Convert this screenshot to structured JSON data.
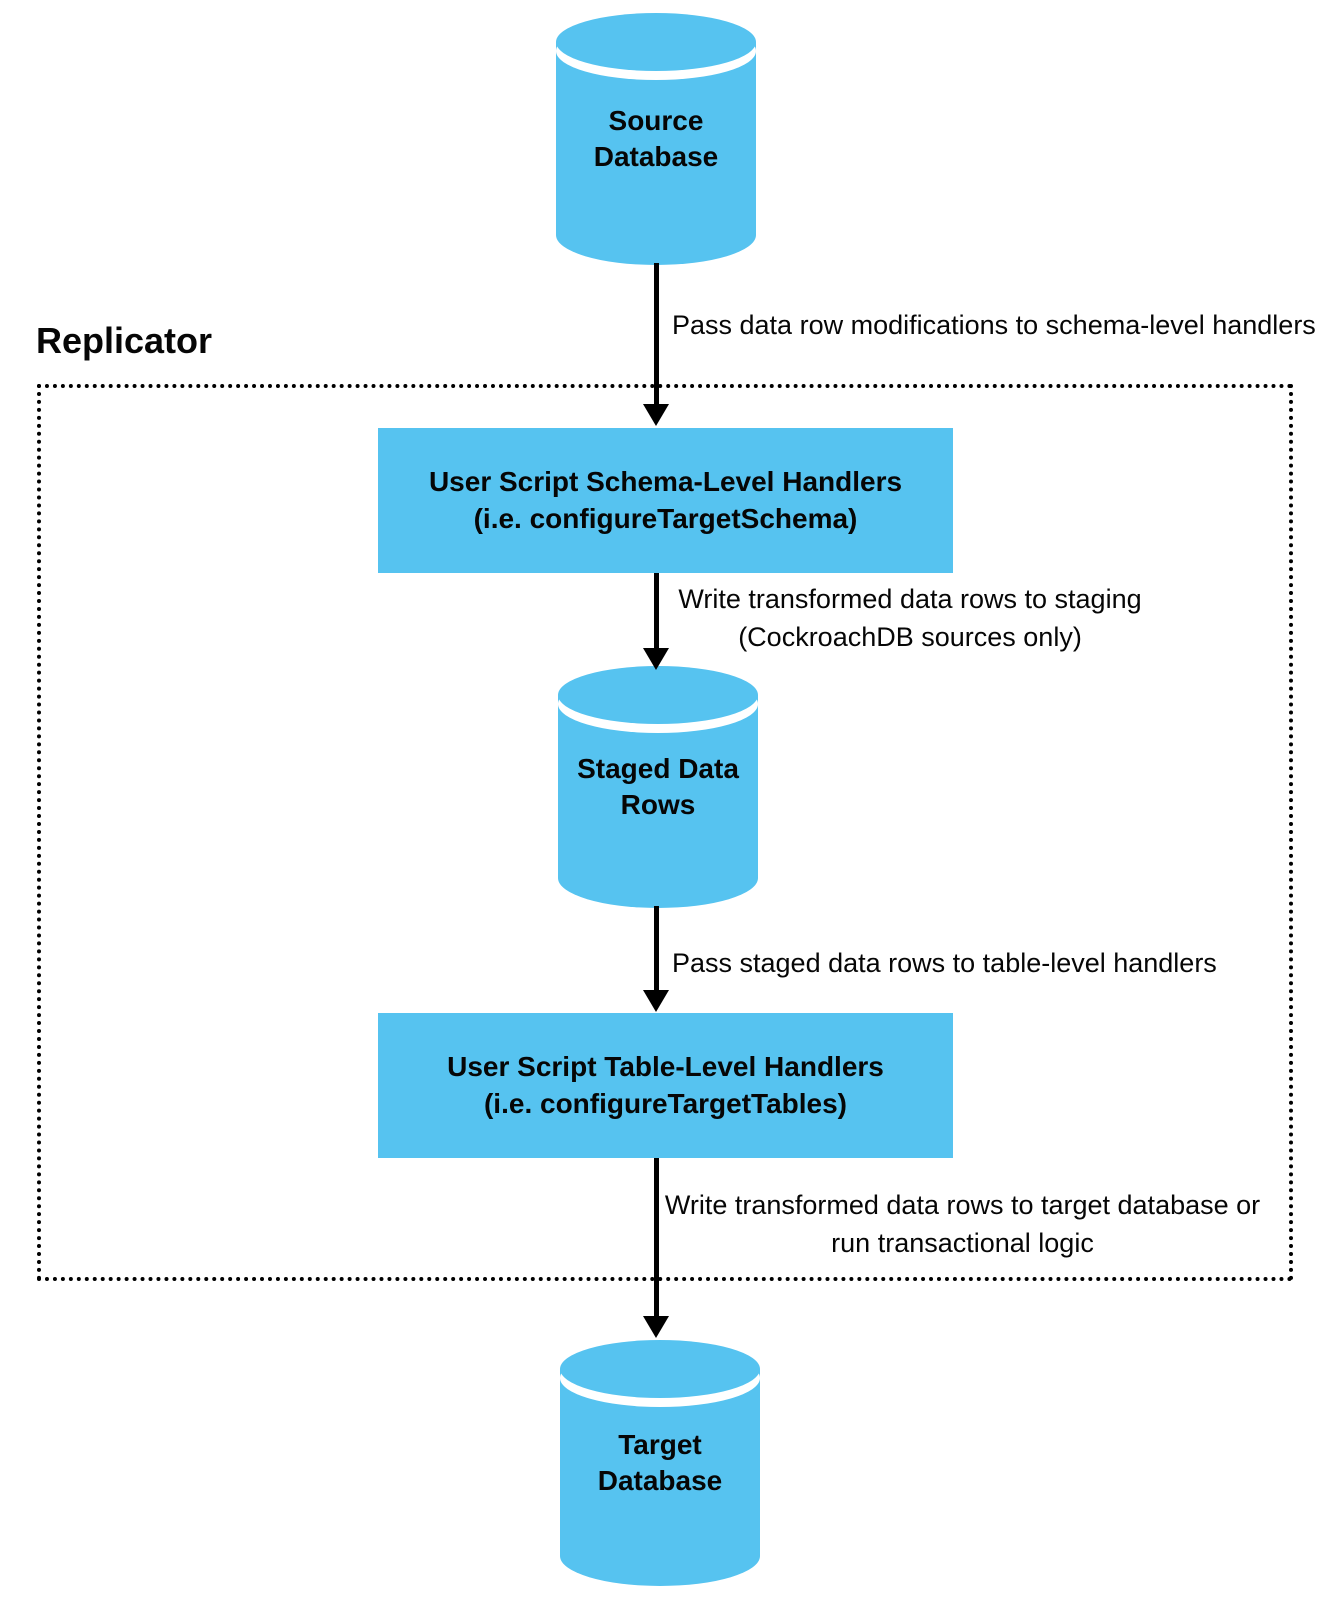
{
  "colors": {
    "node_blue": "#56C3F0",
    "ink": "#060606"
  },
  "boundary": {
    "title": "Replicator"
  },
  "nodes": {
    "source_database": {
      "shape": "cylinder",
      "label": "Source\nDatabase"
    },
    "schema_handlers": {
      "shape": "rect",
      "label": "User Script Schema-Level Handlers\n(i.e. configureTargetSchema)"
    },
    "staged_data_rows": {
      "shape": "cylinder",
      "label": "Staged Data\nRows"
    },
    "table_handlers": {
      "shape": "rect",
      "label": "User Script Table-Level Handlers\n(i.e. configureTargetTables)"
    },
    "target_database": {
      "shape": "cylinder",
      "label": "Target\nDatabase"
    }
  },
  "edges": {
    "source_to_schema": {
      "label": "Pass data row modifications to schema-level handlers"
    },
    "schema_to_staging": {
      "label": "Write transformed data rows to staging\n(CockroachDB sources only)"
    },
    "staging_to_table": {
      "label": "Pass staged data rows to table-level handlers"
    },
    "table_to_target": {
      "label": "Write transformed data rows to target database or\nrun transactional logic"
    }
  }
}
